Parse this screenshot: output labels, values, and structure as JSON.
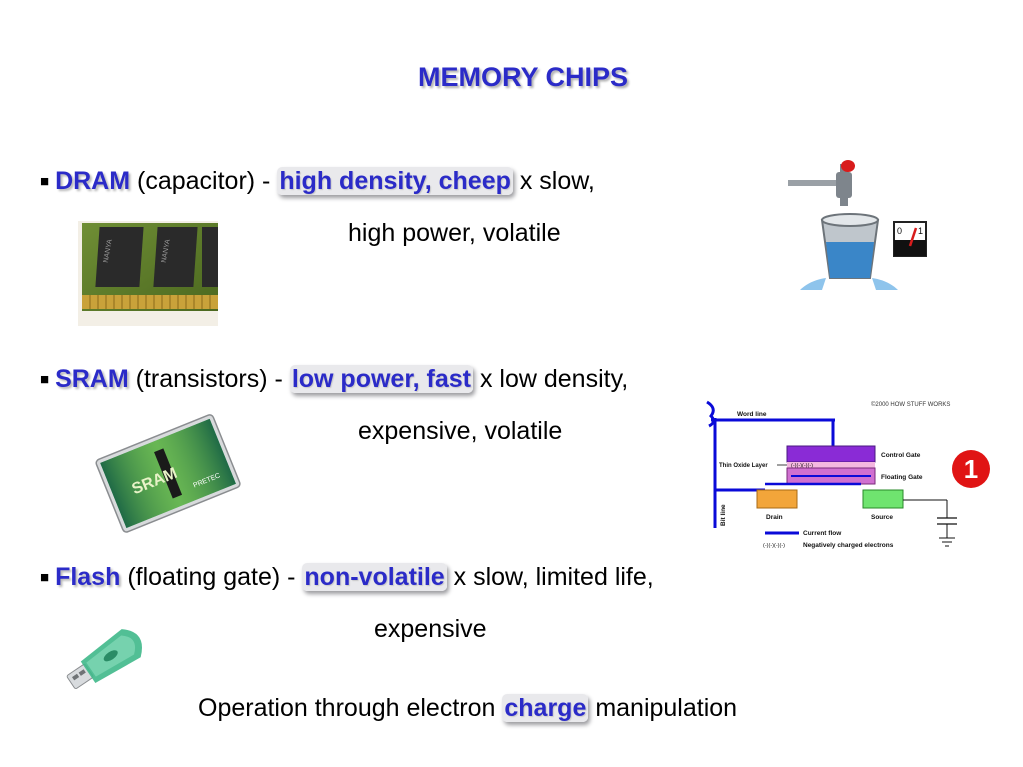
{
  "slide": {
    "title": "MEMORY CHIPS",
    "bullet_glyph": "■",
    "items": [
      {
        "term": "DRAM",
        "basis": "(capacitor) -",
        "highlight": "high density, cheep",
        "tail": "x slow,",
        "continuation": "high power, volatile"
      },
      {
        "term": "SRAM",
        "basis": "(transistors) -",
        "highlight": "low power, fast",
        "tail": "x low density,",
        "continuation": "expensive, volatile"
      },
      {
        "term": "Flash",
        "basis": "(floating gate) -",
        "highlight": "non-volatile",
        "tail": "x slow, limited life,",
        "continuation": "expensive"
      }
    ],
    "footer": {
      "before": "Operation through electron",
      "highlight": "charge",
      "after": "manipulation"
    }
  },
  "images": {
    "dram_module": {
      "chip_label": "NANYA"
    },
    "sram_card": {
      "label": "SRAM",
      "brand": "PRETEC"
    },
    "bucket_gauge": {
      "gauge_zero": "0",
      "gauge_one": "1"
    },
    "flash_diagram": {
      "copyright": "©2000 HOW STUFF WORKS",
      "word_line": "Word line",
      "thin_oxide": "Thin Oxide Layer",
      "control_gate": "Control Gate",
      "floating_gate": "Floating Gate",
      "drain": "Drain",
      "source": "Source",
      "bit_line": "Bit line",
      "current_flow": "Current flow",
      "electrons": "Negatively charged electrons",
      "electron_marks": "(-)(-)(-)(-)",
      "step_number": "1"
    },
    "colors": {
      "accent": "#2b2bc8",
      "diagram_blue": "#0a0ad8",
      "control_gate": "#8a2bd6",
      "floating_gate": "#d070d0",
      "drain": "#f2a53a",
      "source": "#6fe46f",
      "step_badge": "#e01414"
    }
  }
}
